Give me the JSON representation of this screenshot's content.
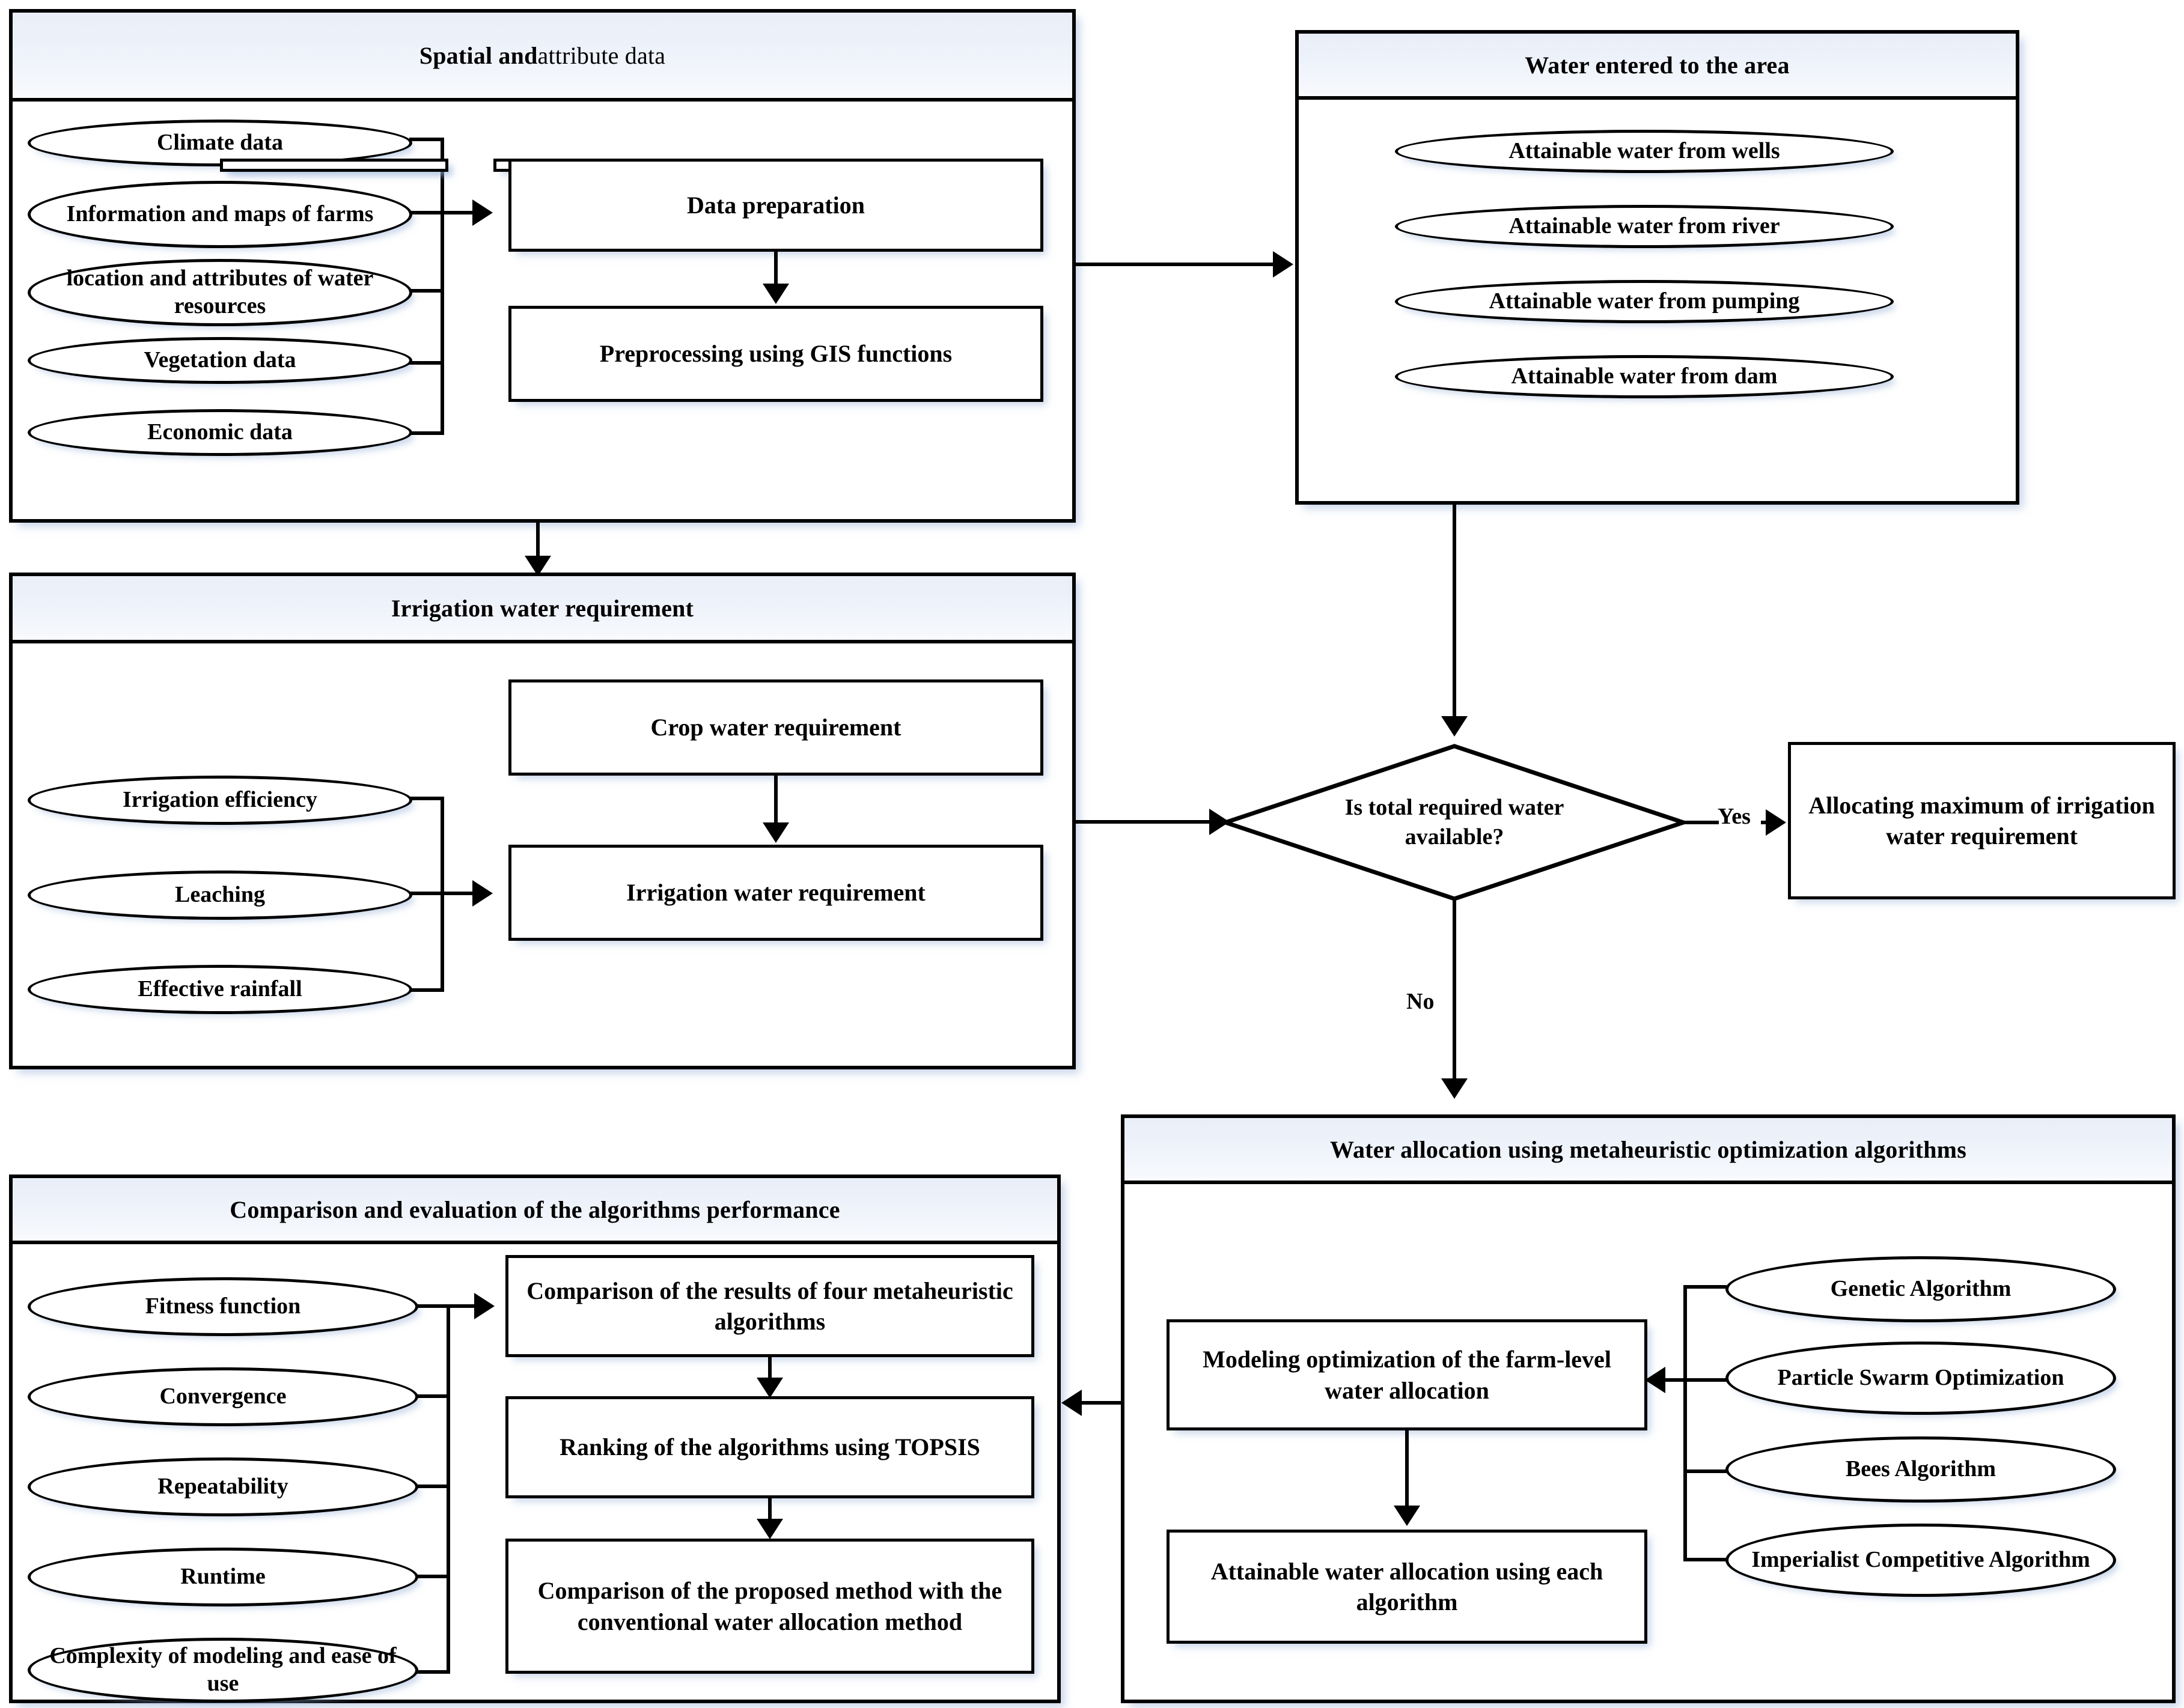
{
  "panels": {
    "spatial": {
      "title_bold": "Spatial and",
      "title_rest": " attribute data",
      "inputs": [
        "Climate data",
        "Information and maps of farms",
        "location and attributes of water resources",
        "Vegetation data",
        "Economic data"
      ],
      "steps": [
        "Data preparation",
        "Preprocessing using GIS functions"
      ]
    },
    "water_entered": {
      "title": "Water entered to the area",
      "sources": [
        "Attainable water from wells",
        "Attainable water from river",
        "Attainable water from pumping",
        "Attainable water from dam"
      ]
    },
    "irrigation": {
      "title": "Irrigation water requirement",
      "inputs": [
        "Irrigation efficiency",
        "Leaching",
        "Effective rainfall"
      ],
      "steps": [
        "Crop water requirement",
        "Irrigation water requirement"
      ]
    },
    "comparison": {
      "title": "Comparison and evaluation of the algorithms performance",
      "criteria": [
        "Fitness function",
        "Convergence",
        "Repeatability",
        "Runtime",
        "Complexity of modeling and ease of use"
      ],
      "steps": [
        "Comparison of the results of four metaheuristic algorithms",
        "Ranking of the algorithms using TOPSIS",
        "Comparison of the proposed method with the conventional water allocation method"
      ]
    },
    "allocation": {
      "title": "Water allocation using metaheuristic optimization algorithms",
      "steps": [
        "Modeling optimization of the farm-level water allocation",
        "Attainable water allocation using each algorithm"
      ],
      "algorithms": [
        "Genetic Algorithm",
        "Particle Swarm Optimization",
        "Bees Algorithm",
        "Imperialist Competitive Algorithm"
      ]
    }
  },
  "decision": {
    "question": "Is total required water available?",
    "yes_label": "Yes",
    "no_label": "No"
  },
  "allocate_max": {
    "label": "Allocating maximum of irrigation water requirement"
  },
  "colors": {
    "stroke": "#000000",
    "header_fill": "#EBEFF7",
    "panel_fill": "#FFFFFF",
    "shadow": "#A8BEDE"
  }
}
